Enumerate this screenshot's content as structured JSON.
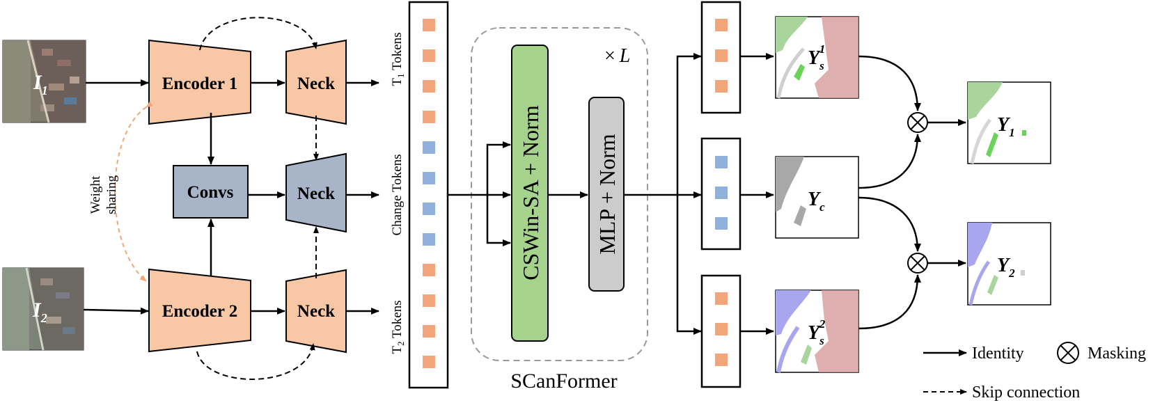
{
  "inputs": {
    "i1_letter": "I",
    "i1_sub": "1",
    "i2_letter": "I",
    "i2_sub": "2"
  },
  "blocks": {
    "encoder1": "Encoder 1",
    "encoder2": "Encoder 2",
    "convs": "Convs",
    "neck_top": "Neck",
    "neck_mid": "Neck",
    "neck_bot": "Neck"
  },
  "weight_sharing": {
    "line1": "Weight",
    "line2": "sharing"
  },
  "tokens": {
    "t1_prefix": "T",
    "t1_sub": "1",
    "t1_suffix": " Tokens",
    "change": "Change Tokens",
    "t2_prefix": "T",
    "t2_sub": "2",
    "t2_suffix": " Tokens"
  },
  "scanformer": {
    "name": "SCanFormer",
    "repeat_times": "×",
    "repeat_var": "L",
    "cswin": "CSWin-SA + Norm",
    "mlp": "MLP + Norm"
  },
  "outputs": {
    "ys1_letter": "Y",
    "ys1_sub": "s",
    "ys1_sup": "1",
    "yc_letter": "Y",
    "yc_sub": "c",
    "ys2_letter": "Y",
    "ys2_sub": "s",
    "ys2_sup": "2",
    "y1_letter": "Y",
    "y1_sub": "1",
    "y2_letter": "Y",
    "y2_sub": "2"
  },
  "legend": {
    "identity": "Identity",
    "masking": "Masking",
    "skip": "Skip connection"
  },
  "colors": {
    "encoder_fill": "#F8C8A6",
    "neck_fill": "#F8C8A6",
    "convs_fill": "#A8B4C8",
    "change_neck_fill": "#A8B4C8",
    "orange_token": "#F2A57A",
    "blue_token": "#8FB0DA",
    "cswin_fill": "#A5D38C",
    "mlp_fill": "#CCCCCC",
    "weight_sharing_arrow": "#F4A67A",
    "semantic_green": "#A9D49B",
    "semantic_brown": "#D9A0A0",
    "semantic_blue": "#A9A6F0",
    "change_gray": "#A8A8A8"
  }
}
